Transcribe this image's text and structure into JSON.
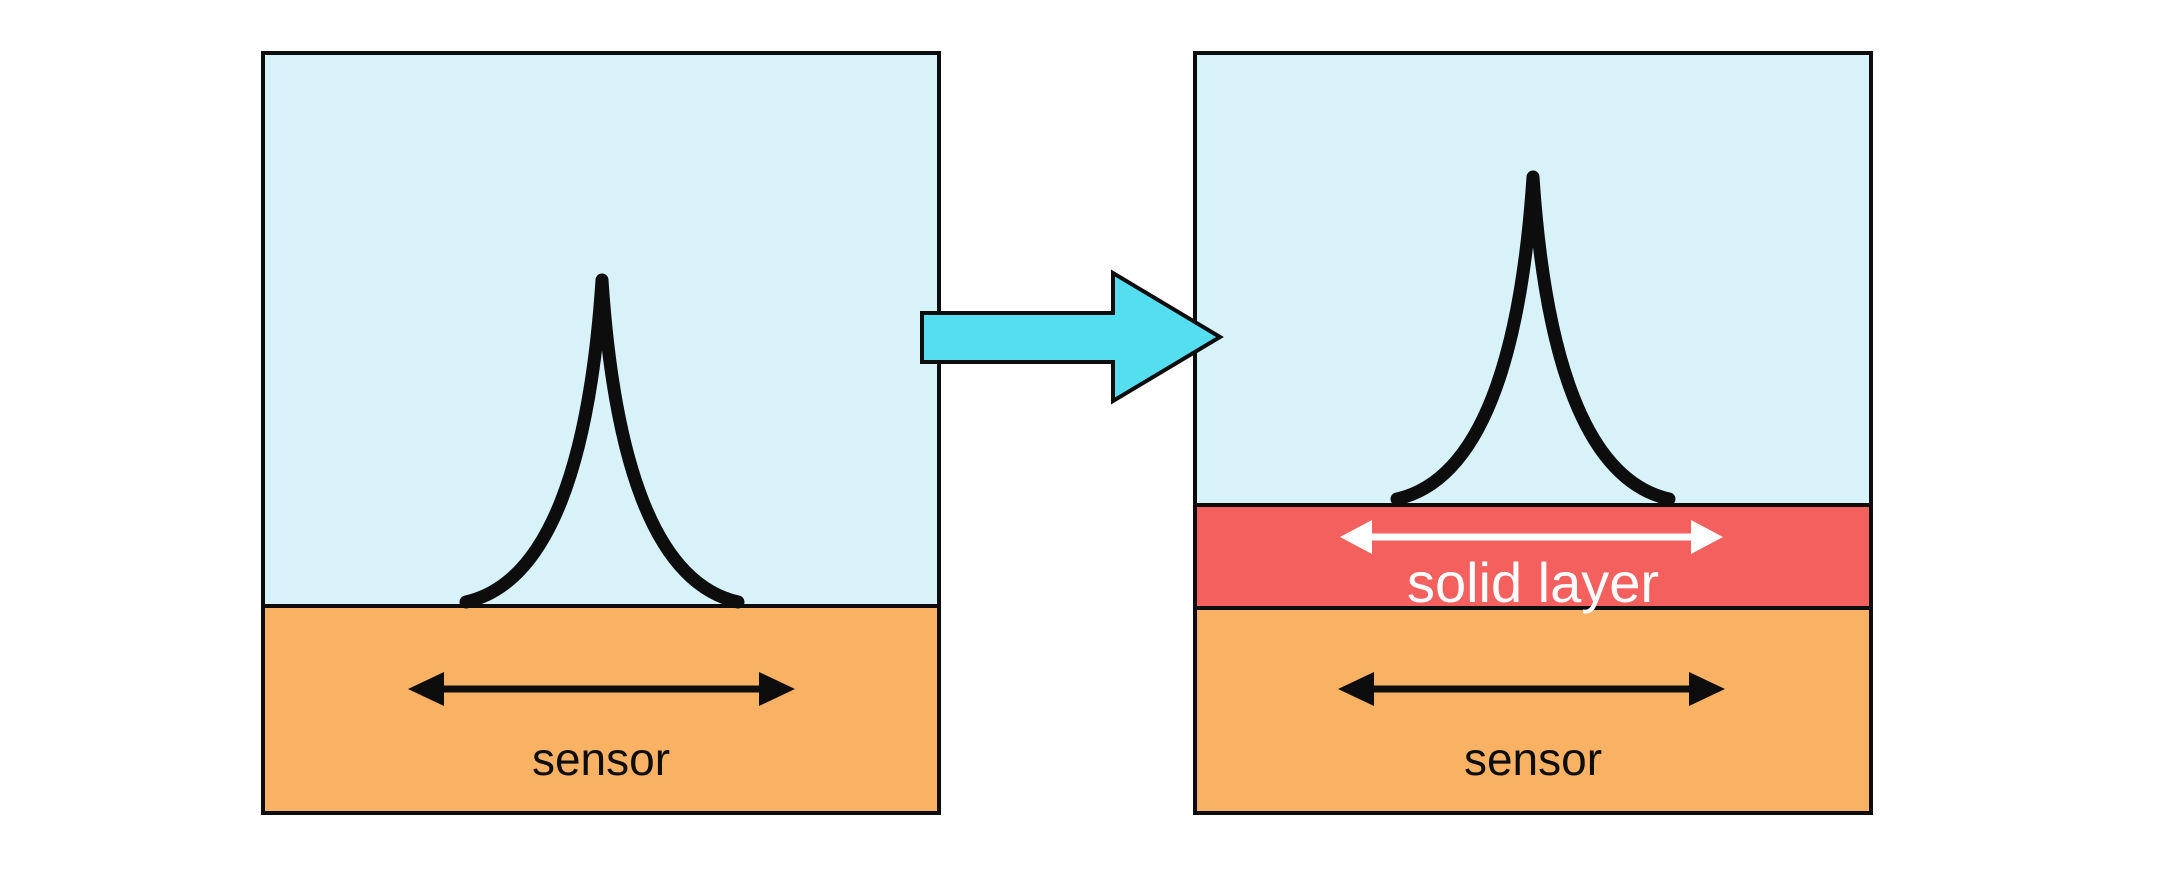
{
  "left_panel": {
    "sensor_label": "sensor"
  },
  "right_panel": {
    "sensor_label": "sensor",
    "solid_layer_label": "solid layer"
  },
  "icons": {
    "transition_arrow": "right-arrow",
    "sensor_motion_arrow_left": "left-right-arrow",
    "sensor_motion_arrow_right": "left-right-arrow",
    "solid_layer_extent_arrow": "left-right-arrow",
    "resonance_peak_left": "sharp-peak-curve",
    "resonance_peak_right": "sharp-peak-curve"
  },
  "colors": {
    "background": "#ffffff",
    "liquid": "#d7f3f9",
    "sensor_orange": "#f9b164",
    "solid_layer_red": "#f4605e",
    "transition_arrow_cyan": "#55ddf0",
    "outline_black": "#0d0d0d",
    "sensor_text": "#0d0d0d",
    "solid_layer_text": "#ffffff"
  }
}
